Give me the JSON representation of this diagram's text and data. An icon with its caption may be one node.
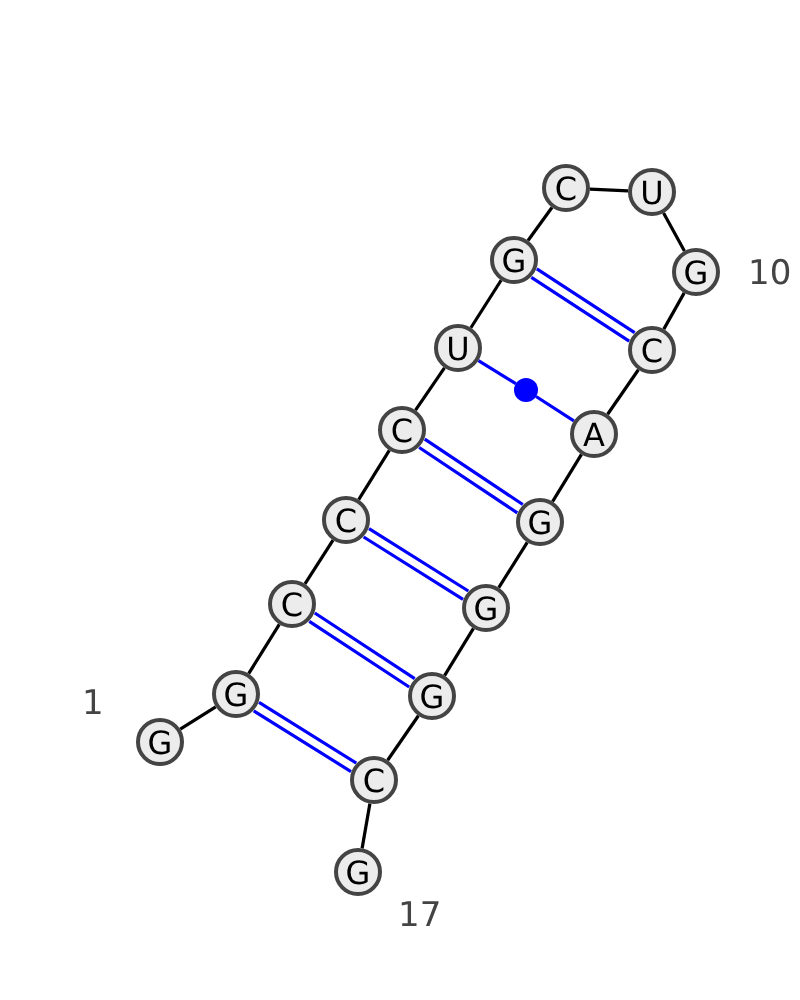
{
  "diagram": {
    "nodes": [
      {
        "text": [
          "G"
        ]
      },
      {
        "text": [
          "G"
        ]
      },
      {
        "text": [
          "C"
        ]
      },
      {
        "text": [
          "C"
        ]
      },
      {
        "text": [
          "C"
        ]
      },
      {
        "text": [
          "U"
        ]
      },
      {
        "text": [
          "G"
        ]
      },
      {
        "text": [
          "C"
        ]
      },
      {
        "text": [
          "U"
        ]
      },
      {
        "text": [
          "G"
        ]
      },
      {
        "text": [
          "C"
        ]
      },
      {
        "text": [
          "A"
        ]
      },
      {
        "text": [
          "G"
        ]
      },
      {
        "text": [
          "G"
        ]
      },
      {
        "text": [
          "G"
        ]
      },
      {
        "text": [
          "C"
        ]
      },
      {
        "text": [
          "G"
        ]
      },
      {
        "text": [],
        "shape": "circle"
      }
    ],
    "edges": [
      {
        "from": 0,
        "to": 1,
        "arrow": "none"
      },
      {
        "from": 1,
        "to": 2,
        "arrow": "none"
      },
      {
        "from": 2,
        "to": 3,
        "arrow": "none"
      },
      {
        "from": 3,
        "to": 4,
        "arrow": "none"
      },
      {
        "from": 4,
        "to": 5,
        "arrow": "none"
      },
      {
        "from": 5,
        "to": 6,
        "arrow": "none"
      },
      {
        "from": 6,
        "to": 7,
        "arrow": "none"
      },
      {
        "from": 7,
        "to": 8,
        "arrow": "none"
      },
      {
        "from": 8,
        "to": 9,
        "arrow": "none"
      },
      {
        "from": 9,
        "to": 10,
        "arrow": "none"
      },
      {
        "from": 10,
        "to": 11,
        "arrow": "none"
      },
      {
        "from": 11,
        "to": 12,
        "arrow": "none"
      },
      {
        "from": 12,
        "to": 13,
        "arrow": "none"
      },
      {
        "from": 13,
        "to": 14,
        "arrow": "none"
      },
      {
        "from": 14,
        "to": 15,
        "arrow": "none"
      },
      {
        "from": 15,
        "to": 16,
        "arrow": "none"
      },
      {
        "from": 1,
        "to": 15,
        "arrow": "none",
        "color": "#0000ff"
      },
      {
        "from": 2,
        "to": 14,
        "arrow": "none",
        "color": "#0000ff"
      },
      {
        "from": 3,
        "to": 13,
        "arrow": "none",
        "color": "#0000ff"
      },
      {
        "from": 4,
        "to": 12,
        "arrow": "none",
        "color": "#0000ff"
      },
      {
        "from": 5,
        "to": 17,
        "arrow": "none",
        "color": "#0000ff"
      },
      {
        "from": 17,
        "to": 11,
        "arrow": "none",
        "color": "#0000ff"
      },
      {
        "from": 6,
        "to": 10,
        "arrow": "none",
        "color": "#0000ff"
      }
    ],
    "labels": [
      "10",
      "1",
      "17"
    ]
  }
}
